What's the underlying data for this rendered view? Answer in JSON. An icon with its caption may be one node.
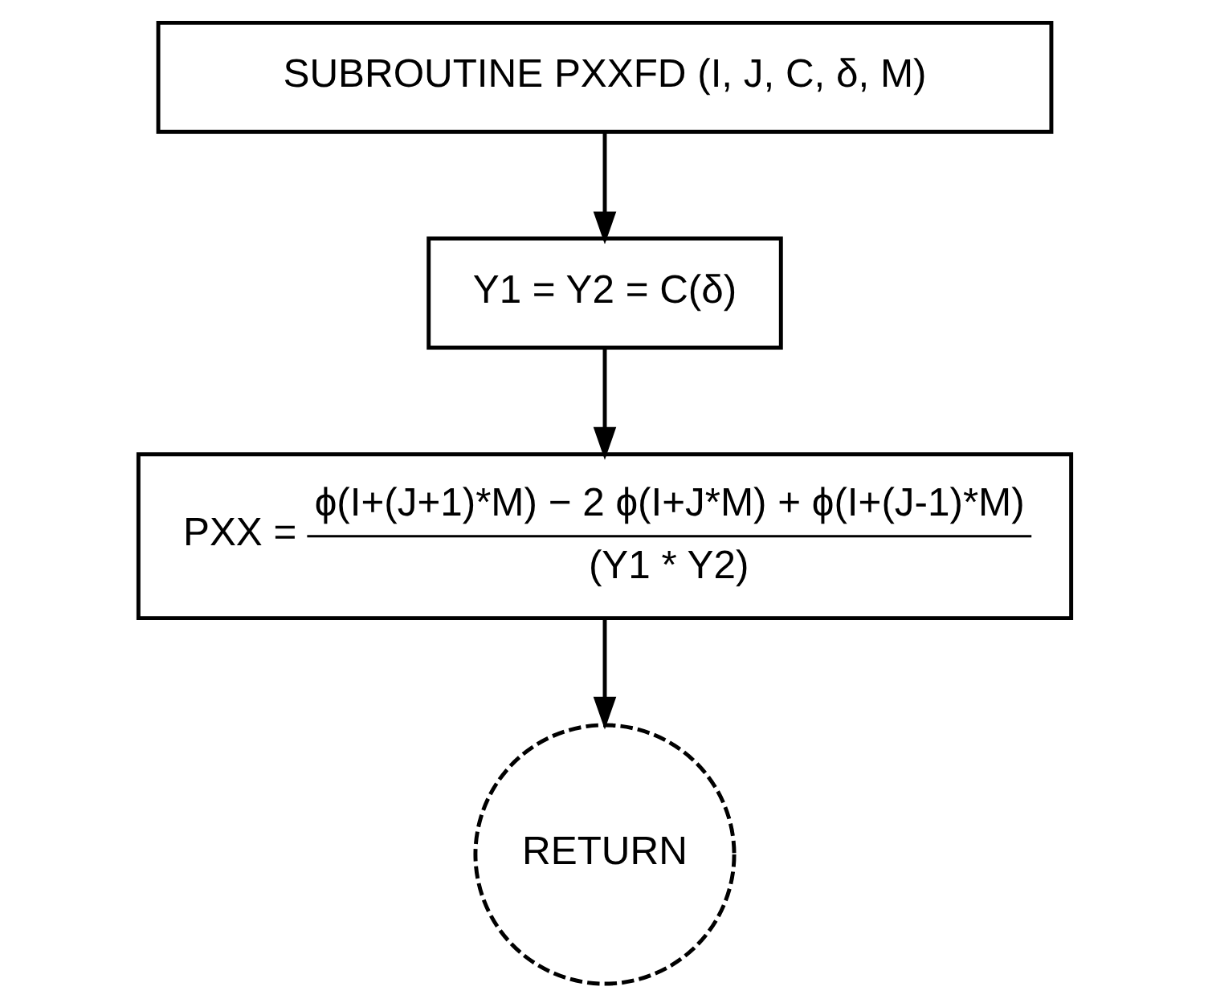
{
  "diagram": {
    "nodes": [
      {
        "text": [
          "SUBROUTINE PXXFD (I, J, C, δ, M)"
        ]
      },
      {
        "text": [
          "Y1 = Y2 = C(δ)"
        ]
      },
      {
        "text": [
          "PXX =",
          "ϕ(I+(J+1)*M) − 2 ϕ(I+J*M) + ϕ(I+(J-1)*M)",
          "(Y1 * Y2)"
        ]
      },
      {
        "text": [
          "RETURN"
        ]
      }
    ],
    "edges": [
      {
        "from": 0,
        "to": 1,
        "arrow": "to"
      },
      {
        "from": 1,
        "to": 2,
        "arrow": "to"
      },
      {
        "from": 2,
        "to": 3,
        "arrow": "to"
      }
    ]
  }
}
